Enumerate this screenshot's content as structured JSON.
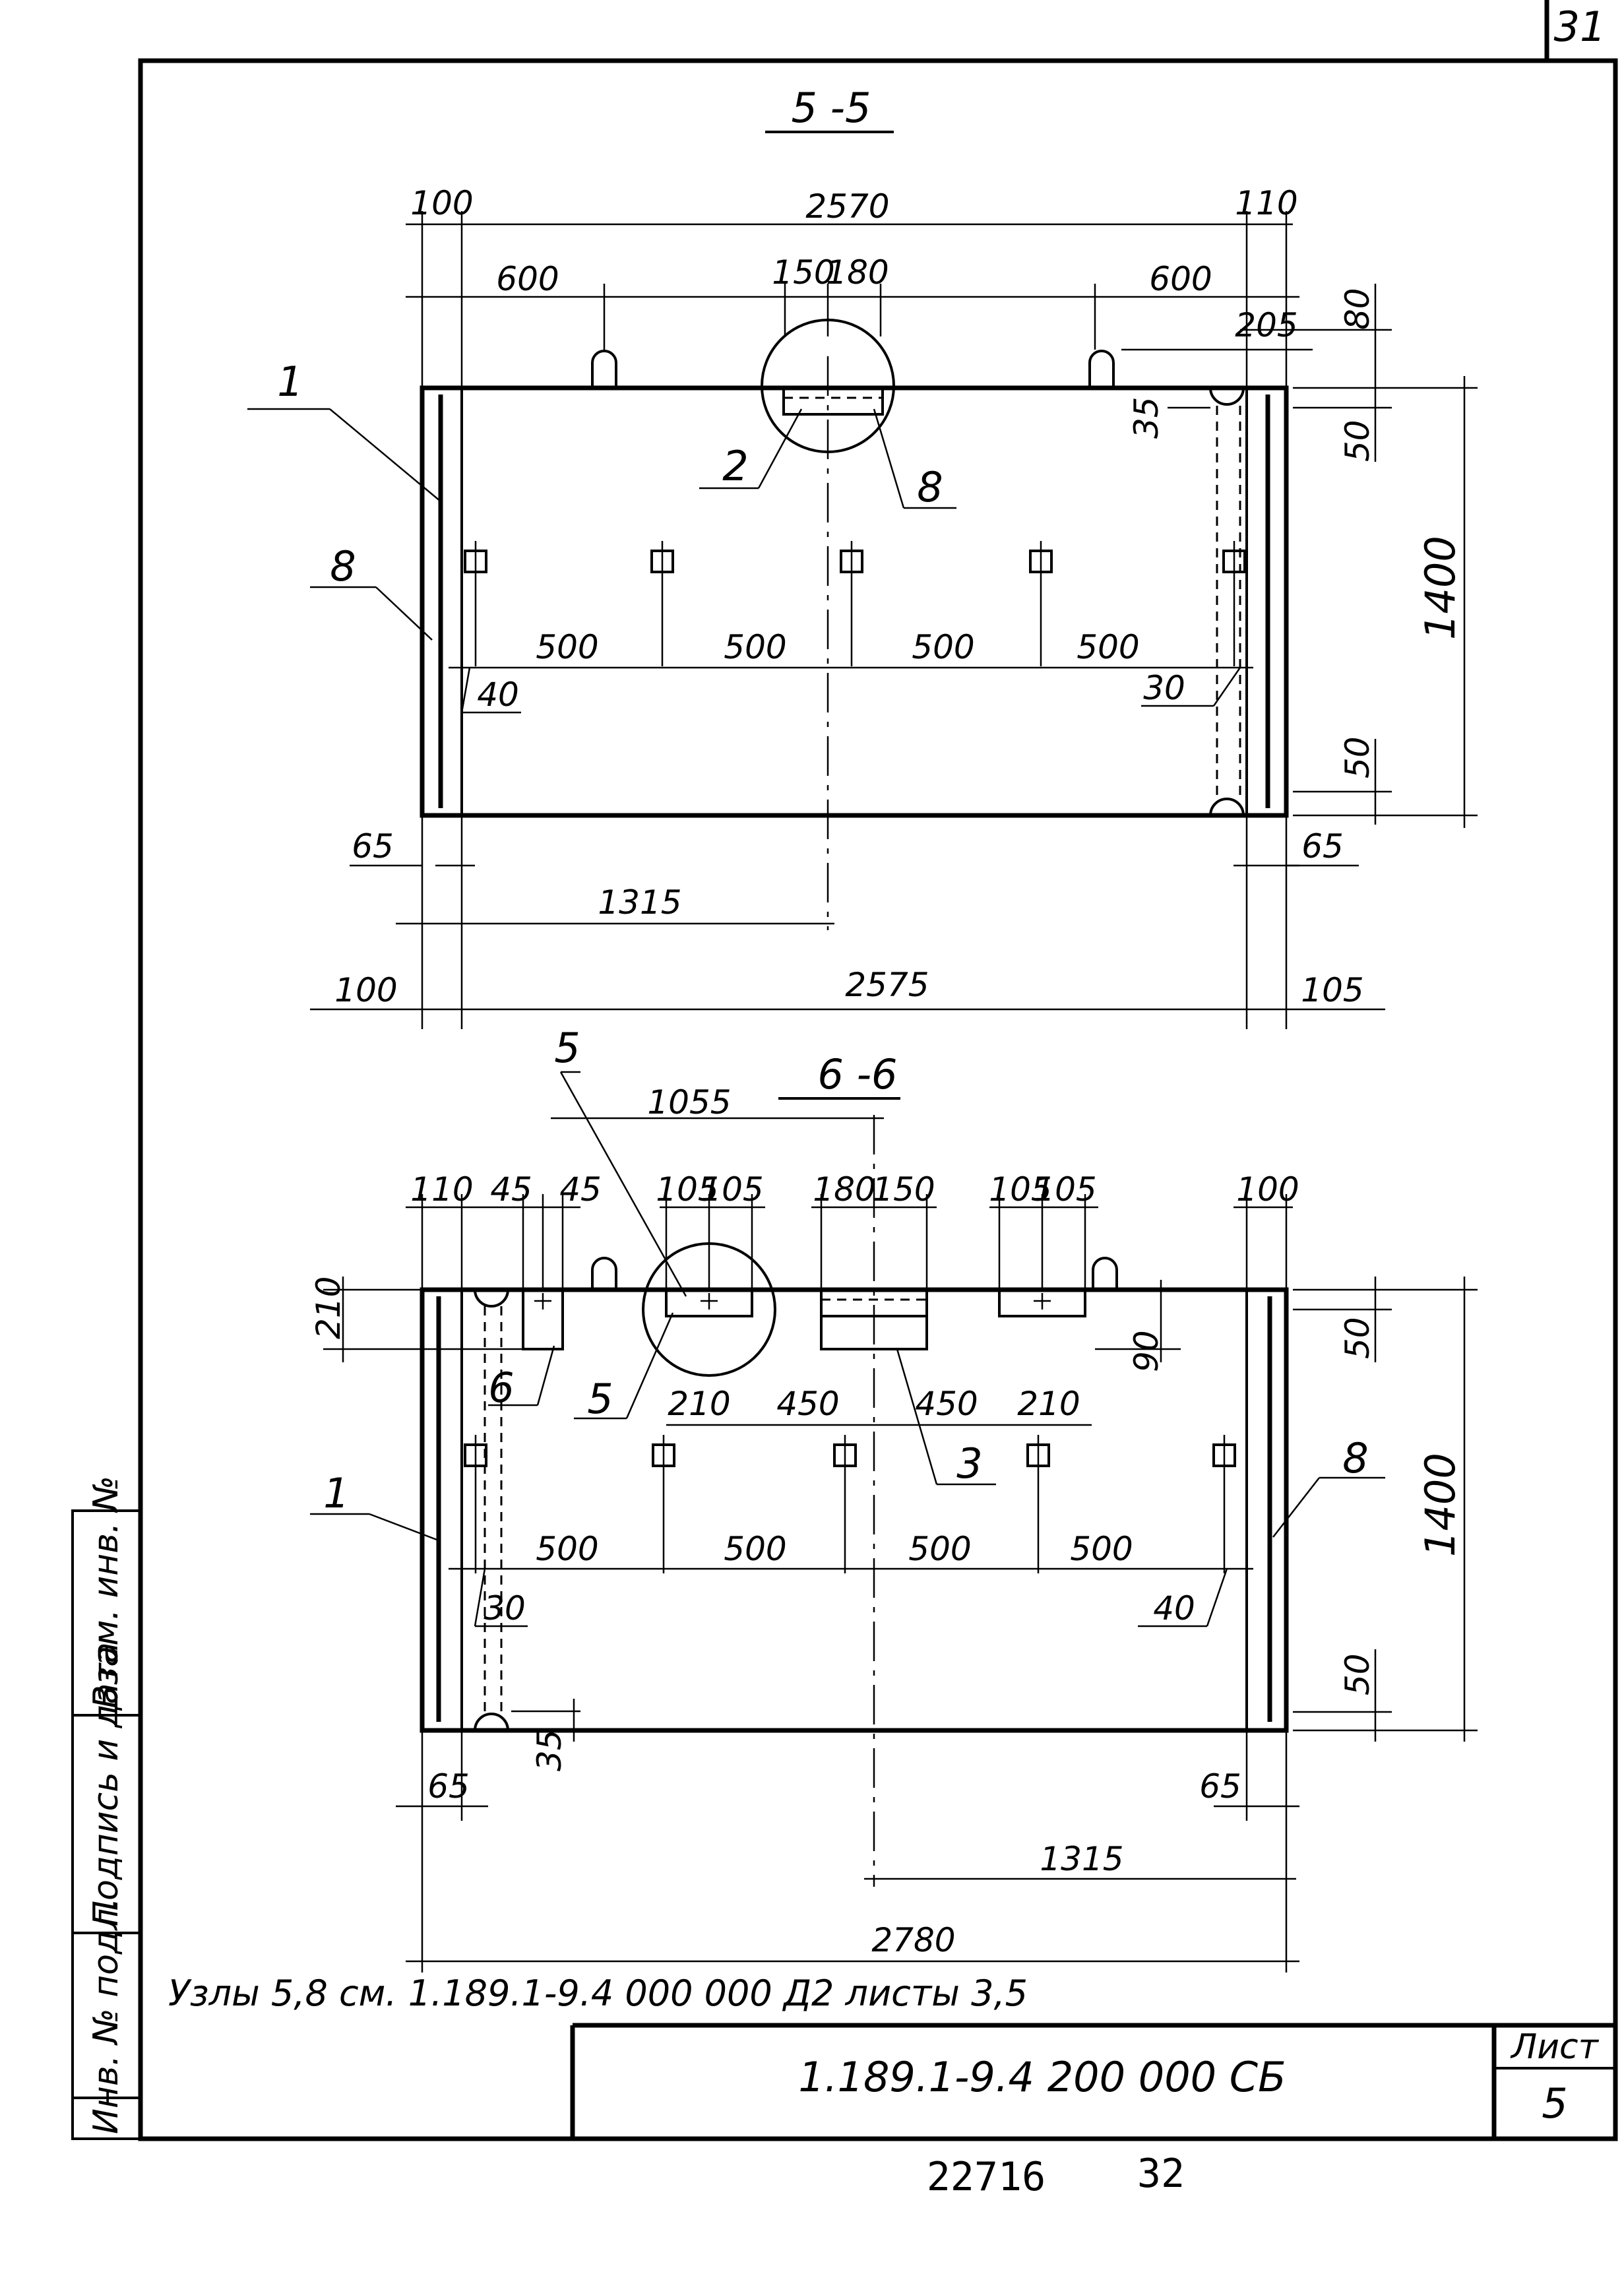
{
  "page_number": "31",
  "section_top": {
    "title": "5 -5"
  },
  "section_bottom": {
    "title": "6 -6"
  },
  "dims_top": {
    "d100a": "100",
    "d2570": "2570",
    "d110": "110",
    "d600a": "600",
    "d150": "150",
    "d180": "180",
    "d600b": "600",
    "d205": "205",
    "d80": "80",
    "d35": "35",
    "d50a": "50",
    "d1400": "1400",
    "d500a": "500",
    "d500b": "500",
    "d500c": "500",
    "d500d": "500",
    "d40": "40",
    "d30": "30",
    "d50b": "50",
    "d65a": "65",
    "d65b": "65",
    "d1315": "1315",
    "d100b": "100",
    "d2575": "2575",
    "d105": "105"
  },
  "callouts_top": {
    "c1": "1",
    "c8a": "8",
    "c2": "2",
    "c8b": "8"
  },
  "dims_bottom": {
    "d1055": "1055",
    "d110": "110",
    "d45a": "45",
    "d45b": "45",
    "d105a": "105",
    "d105b": "105",
    "d180": "180",
    "d150": "150",
    "d105c": "105",
    "d105d": "105",
    "d100": "100",
    "d210v": "210",
    "d90": "90",
    "d50a": "50",
    "d1400": "1400",
    "d210a": "210",
    "d450a": "450",
    "d450b": "450",
    "d210b": "210",
    "d500a": "500",
    "d500b": "500",
    "d500c": "500",
    "d500d": "500",
    "d30": "30",
    "d40": "40",
    "d50b": "50",
    "d35": "35",
    "d65a": "65",
    "d65b": "65",
    "d1315": "1315",
    "d2780": "2780"
  },
  "callouts_bottom": {
    "c5top": "5",
    "c6": "6",
    "c5": "5",
    "c3": "3",
    "c1": "1",
    "c8": "8"
  },
  "note": "Узлы 5,8 см. 1.189.1-9.4 000 000 Д2 листы 3,5",
  "stamp": {
    "designation": "1.189.1-9.4 200 000 СБ",
    "sheet_label": "Лист",
    "sheet_number": "5"
  },
  "side_stamp": {
    "inv_podl": "Инв. № подл.",
    "podpis": "Подпись и дата",
    "vzam": "Взам. инв. №"
  },
  "footer": {
    "code": "22716",
    "num": "32"
  }
}
